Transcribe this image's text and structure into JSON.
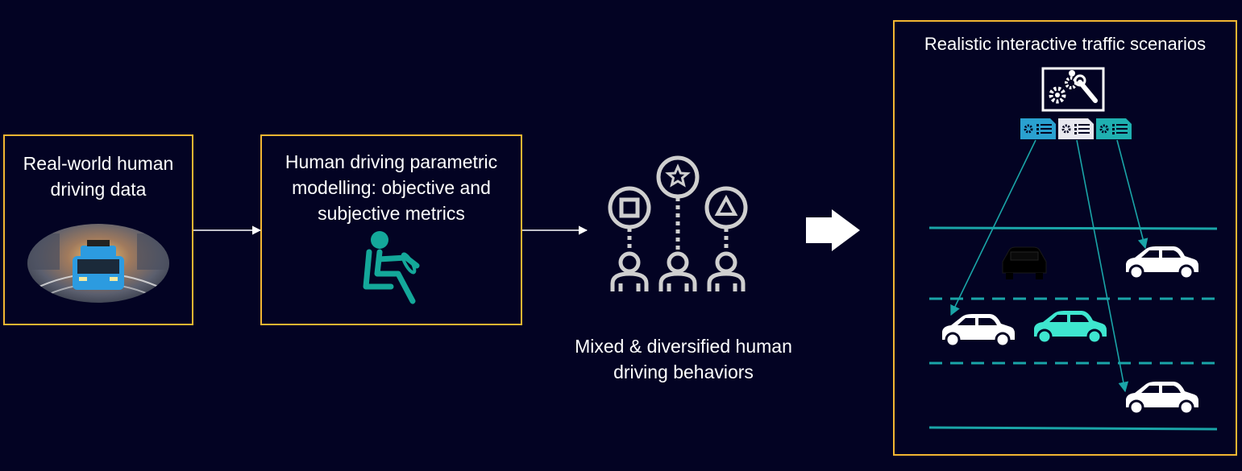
{
  "colors": {
    "background": "#030323",
    "box_border": "#f2b632",
    "teal": "#14a89a",
    "lane": "#1aa5a8",
    "arrow": "#ffffff"
  },
  "stage1": {
    "title": "Real-world human\ndriving data",
    "image": "autonomous-car-photo"
  },
  "stage2": {
    "title": "Human driving parametric\nmodelling: objective and\nsubjective metrics",
    "icon": "driver-seat-icon"
  },
  "stage3": {
    "caption": "Mixed & diversified human\ndriving behaviors",
    "icon": "diverse-people-icon"
  },
  "stage4": {
    "title": "Realistic interactive traffic scenarios",
    "icons": [
      "settings-wrench-icon",
      "config-doc-icon",
      "config-doc-icon",
      "config-doc-icon"
    ],
    "vehicles": [
      "car-dark",
      "car-white",
      "car-white",
      "car-teal",
      "car-white"
    ]
  }
}
